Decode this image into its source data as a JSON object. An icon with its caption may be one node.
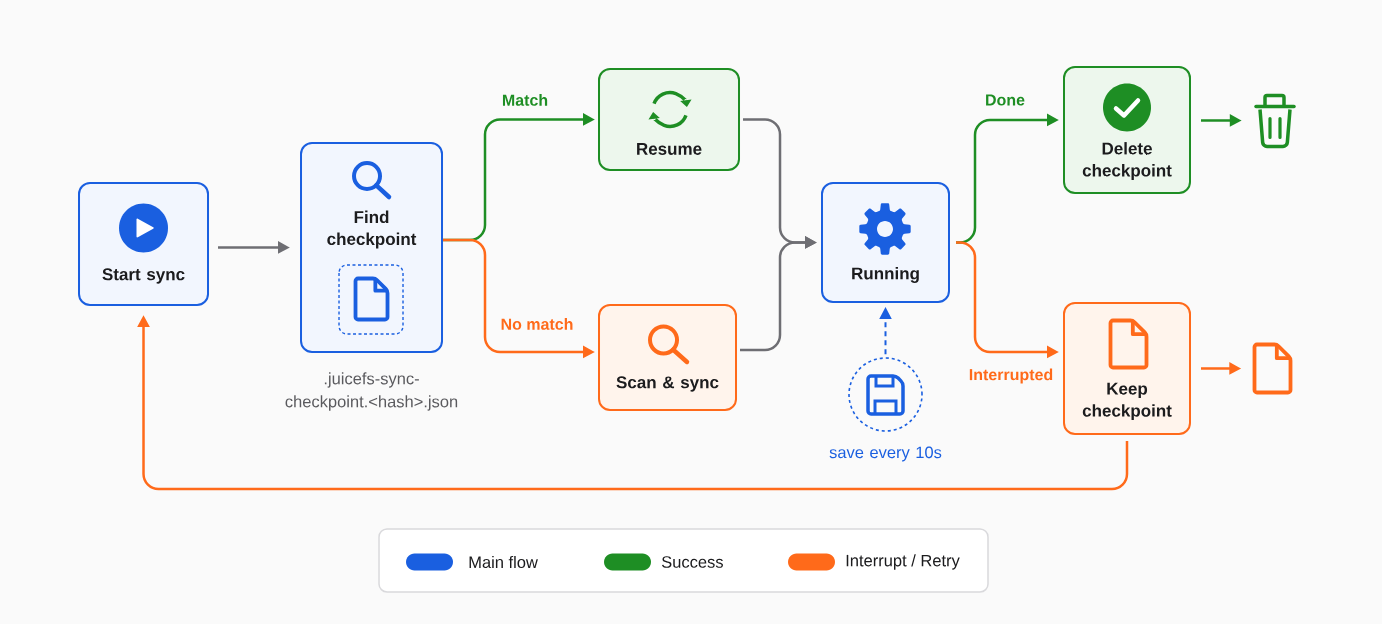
{
  "diagram": {
    "nodes": [
      {
        "text": [
          "Start sync"
        ]
      },
      {
        "text": [
          "Find checkpoint"
        ],
        "beside": [
          ".juicefs-sync-checkpoint.<hash>.json"
        ]
      },
      {
        "text": [
          "Resume"
        ]
      },
      {
        "text": [
          "Scan & sync"
        ]
      },
      {
        "text": [
          "Running"
        ]
      },
      {
        "text": [
          "Delete checkpoint"
        ]
      },
      {
        "text": [
          "Keep checkpoint"
        ]
      },
      {
        "text": [],
        "shape": "circle",
        "beside": [
          "save every 10s"
        ]
      },
      {
        "text": [],
        "shape": "picture"
      },
      {
        "text": [],
        "shape": "picture"
      }
    ],
    "edges": [
      {
        "from": 0,
        "to": 1,
        "arrow": "to",
        "color": "#6e6e73"
      },
      {
        "from": 1,
        "to": 2,
        "arrow": "to",
        "label": "Match",
        "color": "#1e8e24"
      },
      {
        "from": 1,
        "to": 3,
        "arrow": "to",
        "label": "No match",
        "color": "#ff6a1a"
      },
      {
        "from": 2,
        "to": 4,
        "arrow": "to",
        "color": "#6e6e73"
      },
      {
        "from": 3,
        "to": 4,
        "arrow": "to",
        "color": "#6e6e73"
      },
      {
        "from": 4,
        "to": 5,
        "arrow": "to",
        "label": "Done",
        "color": "#1e8e24"
      },
      {
        "from": 4,
        "to": 6,
        "arrow": "to",
        "label": "Interrupted",
        "color": "#ff6a1a"
      },
      {
        "from": 5,
        "to": 8,
        "arrow": "to",
        "color": "#1e8e24"
      },
      {
        "from": 6,
        "to": 9,
        "arrow": "to",
        "color": "#ff6a1a"
      },
      {
        "from": 6,
        "to": 0,
        "arrow": "to",
        "color": "#ff6a1a"
      },
      {
        "from": 7,
        "to": 4,
        "arrow": "to",
        "style": "dashed",
        "color": "#1a5fe0"
      }
    ],
    "legend": [
      {
        "text": "Main flow",
        "color": "#1a5fe0"
      },
      {
        "text": "Success",
        "color": "#1e8e24"
      },
      {
        "text": "Interrupt / Retry",
        "color": "#ff6a1a"
      }
    ]
  }
}
